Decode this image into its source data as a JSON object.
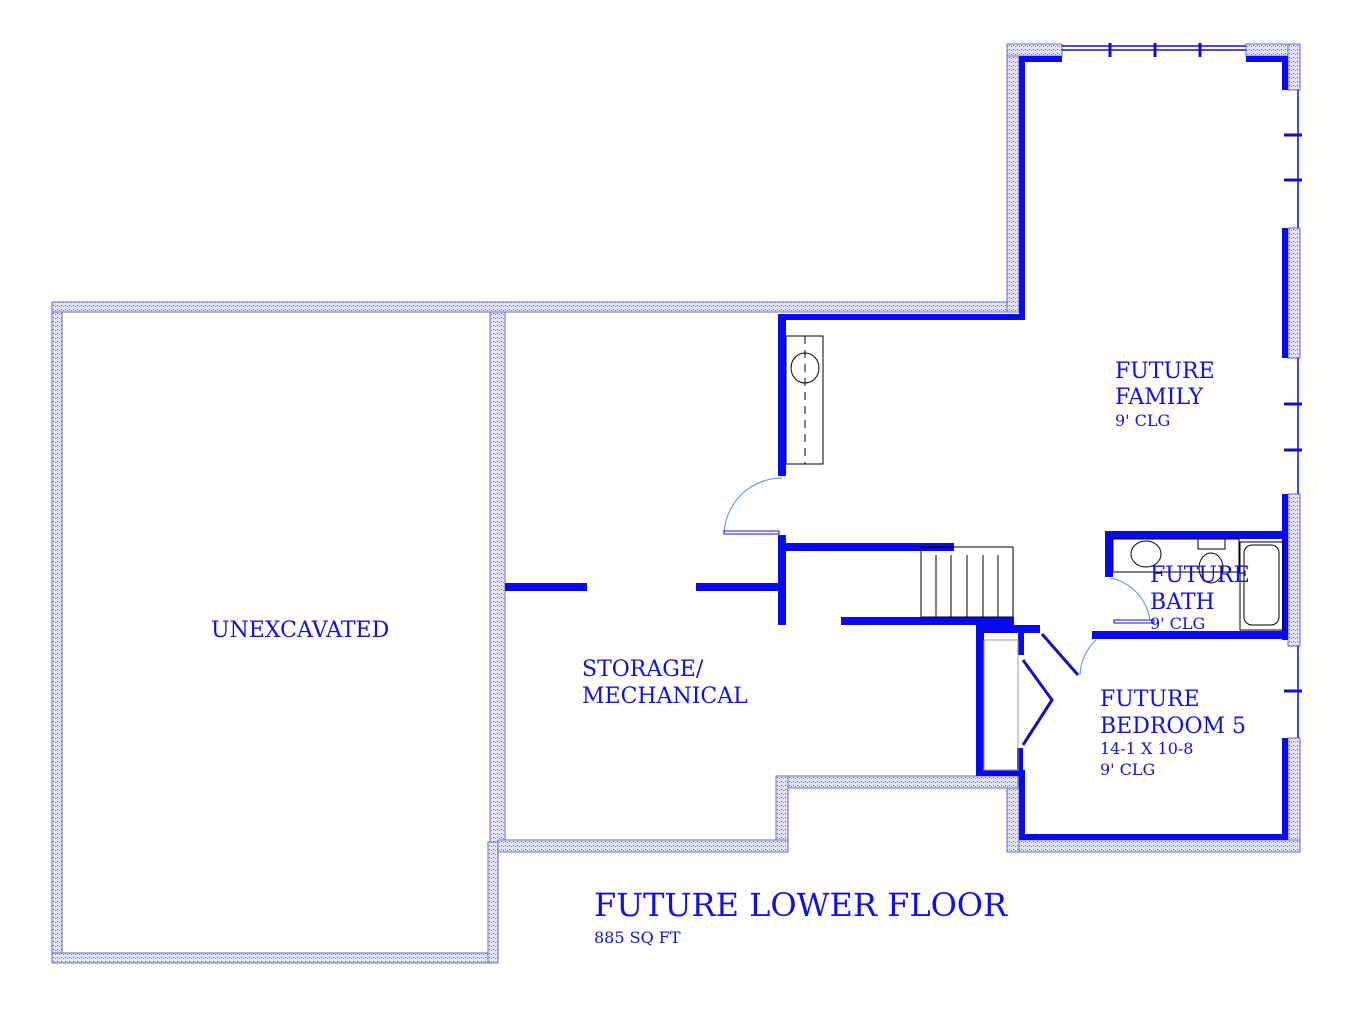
{
  "plan": {
    "title": "FUTURE LOWER FLOOR",
    "area": "885 SQ FT",
    "colors": {
      "wall": "#0a0aee",
      "text": "#1010e0",
      "foundation": "#c8c8d8"
    },
    "rooms": [
      {
        "name_lines": [
          "UNEXCAVATED"
        ]
      },
      {
        "name_lines": [
          "STORAGE/",
          "MECHANICAL"
        ]
      },
      {
        "name_lines": [
          "FUTURE",
          "FAMILY"
        ],
        "ceiling": "9' CLG"
      },
      {
        "name_lines": [
          "FUTURE",
          "BATH"
        ],
        "ceiling": "9' CLG"
      },
      {
        "name_lines": [
          "FUTURE",
          "BEDROOM 5"
        ],
        "size": "14-1 X 10-8",
        "ceiling": "9' CLG"
      }
    ]
  }
}
